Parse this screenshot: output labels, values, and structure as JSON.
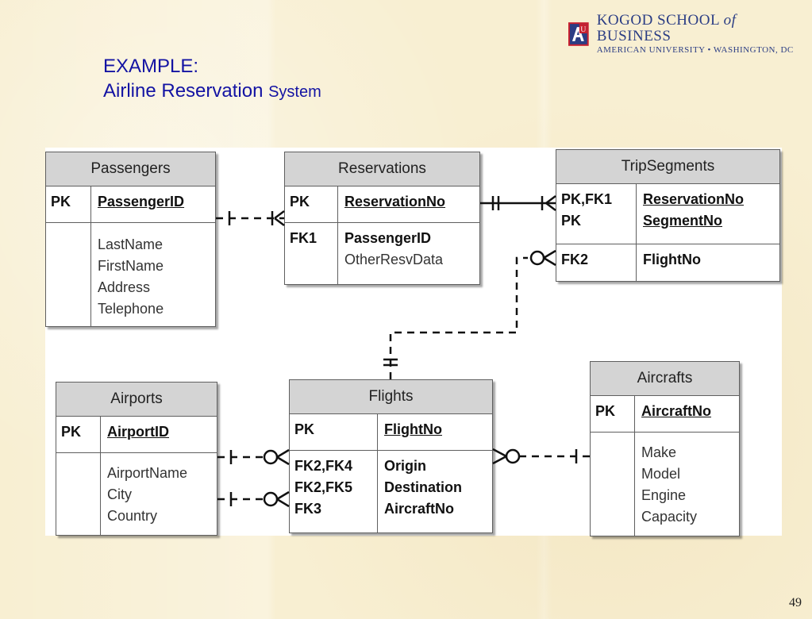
{
  "logo": {
    "line1_a": "KOGOD SCHOOL",
    "line1_of": "of",
    "line1_b": "BUSINESS",
    "line2": "AMERICAN UNIVERSITY • WASHINGTON, DC"
  },
  "title": {
    "line1": "EXAMPLE:",
    "line2": "Airline Reservation",
    "line3": "System"
  },
  "tables": {
    "passengers": {
      "name": "Passengers",
      "pk_key": "PK",
      "pk_field": "PassengerID",
      "fields": [
        "LastName",
        "FirstName",
        "Address",
        "Telephone"
      ]
    },
    "reservations": {
      "name": "Reservations",
      "pk_key": "PK",
      "pk_field": "ReservationNo",
      "fk_key": "FK1",
      "fk_field": "PassengerID",
      "other_field": "OtherResvData"
    },
    "tripsegments": {
      "name": "TripSegments",
      "pk_key1": "PK,FK1",
      "pk_key2": "PK",
      "pk_field1": "ReservationNo",
      "pk_field2": "SegmentNo",
      "fk_key": "FK2",
      "fk_field": "FlightNo"
    },
    "airports": {
      "name": "Airports",
      "pk_key": "PK",
      "pk_field": "AirportID",
      "fields": [
        "AirportName",
        "City",
        "Country"
      ]
    },
    "flights": {
      "name": "Flights",
      "pk_key": "PK",
      "pk_field": "FlightNo",
      "fk_keys": [
        "FK2,FK4",
        "FK2,FK5",
        "FK3"
      ],
      "fk_fields": [
        "Origin",
        "Destination",
        "AircraftNo"
      ]
    },
    "aircrafts": {
      "name": "Aircrafts",
      "pk_key": "PK",
      "pk_field": "AircraftNo",
      "fields": [
        "Make",
        "Model",
        "Engine",
        "Capacity"
      ]
    }
  },
  "page_number": "49"
}
